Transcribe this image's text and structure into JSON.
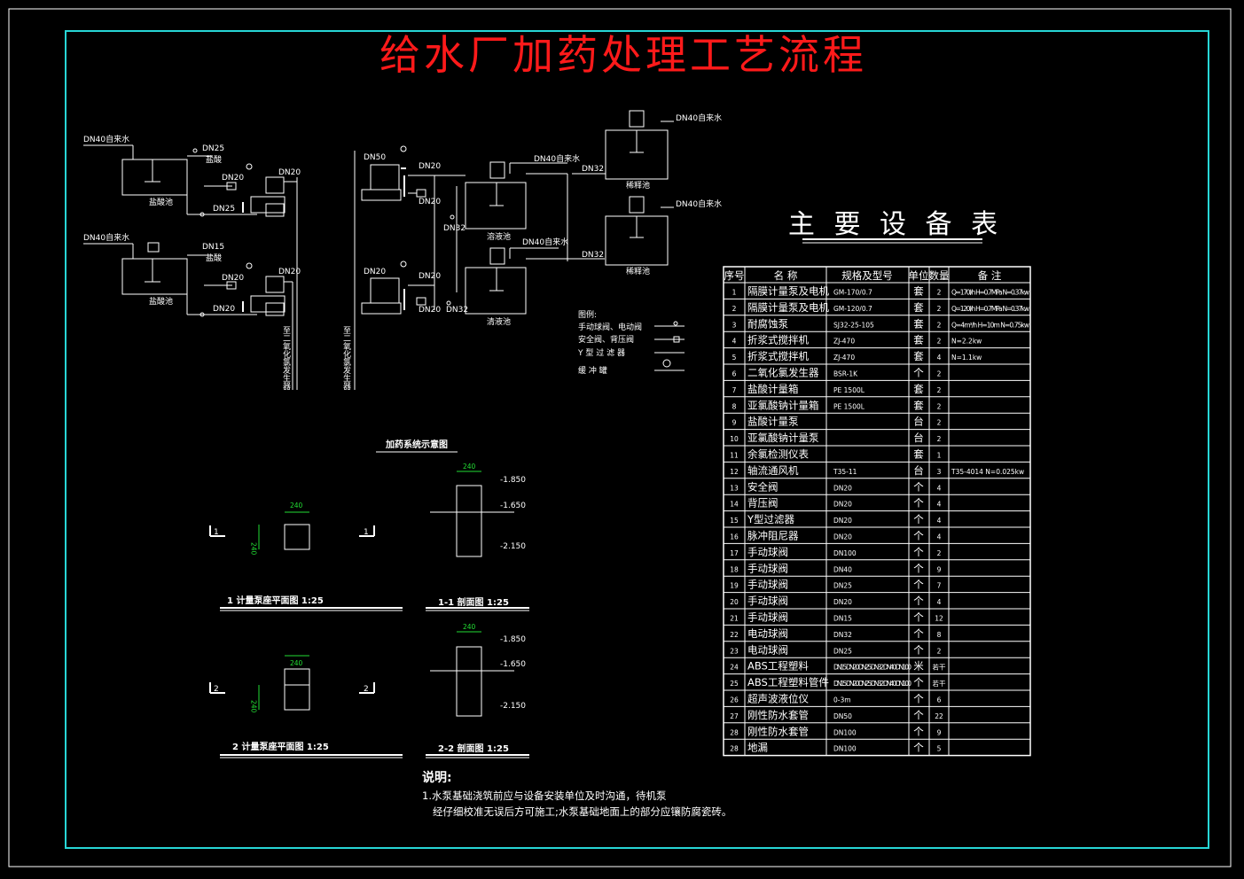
{
  "title": "给水厂加药处理工艺流程",
  "colors": {
    "title": "#ff1a1a",
    "frame": "#27d6d6",
    "lines": "#ffffff",
    "dims": "#22dd33"
  },
  "process": {
    "caption": "加药系统示意图",
    "labels": {
      "tap_water_dn40": "DN40自来水",
      "dn40_tap_water": "DN40自来水",
      "tap_water": "自来水",
      "hydrochloric_acid": "盐酸",
      "acid_tank_1": "盐酸池",
      "acid_tank_2": "盐酸池",
      "dissolve_tank": "溶液池",
      "clear_tank": "清液池",
      "chlor_tank_1": "稀释池",
      "chlor_tank_2": "稀释池",
      "to_chlorine_generator_1": "至二氧化氯发生器",
      "to_chlorine_generator_2": "至二氧化氯发生器",
      "dn25": "DN25",
      "dn20": "DN20",
      "dn15": "DN15",
      "dn50": "DN50",
      "dn32": "DN32"
    },
    "legend": {
      "title": "图例:",
      "items": [
        "手动球阀、电动阀",
        "安全阀、背压阀",
        "Y 型 过 滤 器",
        "缓 冲 罐"
      ]
    }
  },
  "pump_base": {
    "plan1_title": "1 计量泵座平面图 1:25",
    "plan2_title": "2 计量泵座平面图 1:25",
    "sec1_title": "1-1 剖面图 1:25",
    "sec2_title": "2-2 剖面图 1:25",
    "mark1": "1",
    "mark2": "2",
    "dim_width": "240",
    "dim_depth": "240",
    "elev_top": "-1.850",
    "elev_mid": "-1.650",
    "elev_bot": "-2.150"
  },
  "notes": {
    "heading": "说明:",
    "line1": "1.水泵基础浇筑前应与设备安装单位及时沟通，待机泵",
    "line2": "经仔细校准无误后方可施工;水泵基础地面上的部分应镶防腐瓷砖。"
  },
  "equipment": {
    "title": "主 要 设 备 表",
    "headers": [
      "序号",
      "名 称",
      "规格及型号",
      "单位",
      "数量",
      "备 注"
    ],
    "rows": [
      [
        "1",
        "隔膜计量泵及电机",
        "GM-170/0.7",
        "套",
        "2",
        "Q=170l/h H=0.7MPa N=0.37kw"
      ],
      [
        "2",
        "隔膜计量泵及电机",
        "GM-120/0.7",
        "套",
        "2",
        "Q=120l/h H=0.7MPa N=0.37kw"
      ],
      [
        "3",
        "耐腐蚀泵",
        "SJ32-25-105",
        "套",
        "2",
        "Q=4m³/h H=10m N=0.75kw"
      ],
      [
        "4",
        "折浆式搅拌机",
        "ZJ-470",
        "套",
        "2",
        "N=2.2kw"
      ],
      [
        "5",
        "折浆式搅拌机",
        "ZJ-470",
        "套",
        "4",
        "N=1.1kw"
      ],
      [
        "6",
        "二氧化氯发生器",
        "BSR-1K",
        "个",
        "2",
        ""
      ],
      [
        "7",
        "盐酸计量箱",
        "PE 1500L",
        "套",
        "2",
        ""
      ],
      [
        "8",
        "亚氯酸钠计量箱",
        "PE 1500L",
        "套",
        "2",
        ""
      ],
      [
        "9",
        "盐酸计量泵",
        "",
        "台",
        "2",
        ""
      ],
      [
        "10",
        "亚氯酸钠计量泵",
        "",
        "台",
        "2",
        ""
      ],
      [
        "11",
        "余氯检测仪表",
        "",
        "套",
        "1",
        ""
      ],
      [
        "12",
        "轴流通风机",
        "T35-11",
        "台",
        "3",
        "T35-4014 N=0.025kw"
      ],
      [
        "13",
        "安全阀",
        "DN20",
        "个",
        "4",
        ""
      ],
      [
        "14",
        "背压阀",
        "DN20",
        "个",
        "4",
        ""
      ],
      [
        "15",
        "Y型过滤器",
        "DN20",
        "个",
        "4",
        ""
      ],
      [
        "16",
        "脉冲阻尼器",
        "DN20",
        "个",
        "4",
        ""
      ],
      [
        "17",
        "手动球阀",
        "DN100",
        "个",
        "2",
        ""
      ],
      [
        "18",
        "手动球阀",
        "DN40",
        "个",
        "9",
        ""
      ],
      [
        "19",
        "手动球阀",
        "DN25",
        "个",
        "7",
        ""
      ],
      [
        "20",
        "手动球阀",
        "DN20",
        "个",
        "4",
        ""
      ],
      [
        "21",
        "手动球阀",
        "DN15",
        "个",
        "12",
        ""
      ],
      [
        "22",
        "电动球阀",
        "DN32",
        "个",
        "8",
        ""
      ],
      [
        "23",
        "电动球阀",
        "DN25",
        "个",
        "2",
        ""
      ],
      [
        "24",
        "ABS工程塑料",
        "DN15 DN20 DN25 DN32 DN40 DN100",
        "米",
        "若干",
        ""
      ],
      [
        "25",
        "ABS工程塑料管件",
        "DN15 DN20 DN25 DN32 DN40 DN100",
        "个",
        "若干",
        ""
      ],
      [
        "26",
        "超声波液位仪",
        "0-3m",
        "个",
        "6",
        ""
      ],
      [
        "27",
        "刚性防水套管",
        "DN50",
        "个",
        "22",
        ""
      ],
      [
        "28",
        "刚性防水套管",
        "DN100",
        "个",
        "9",
        ""
      ],
      [
        "28",
        "地漏",
        "DN100",
        "个",
        "5",
        ""
      ]
    ]
  }
}
